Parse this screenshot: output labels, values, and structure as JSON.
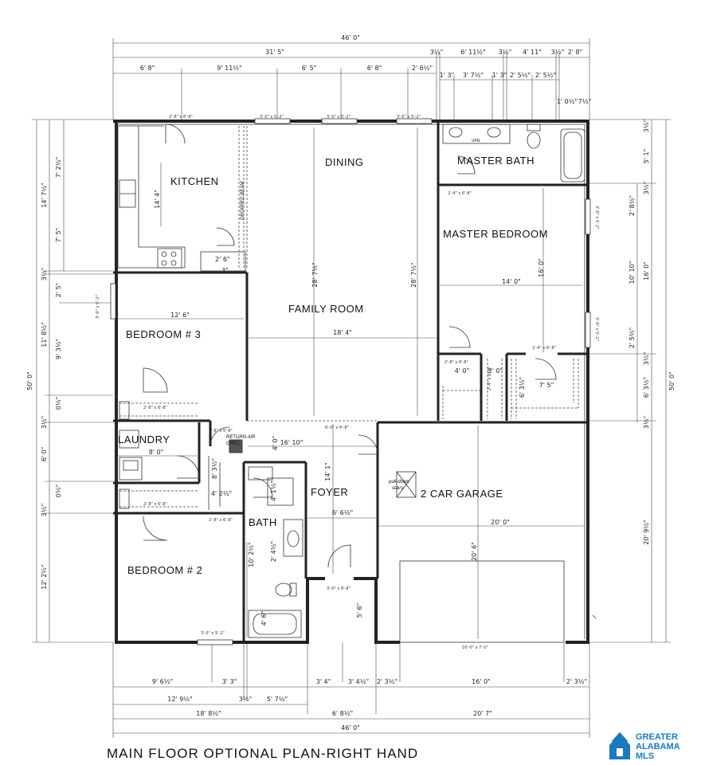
{
  "title": "MAIN FLOOR OPTIONAL PLAN-RIGHT HAND",
  "rooms": {
    "kitchen": "KITCHEN",
    "dining": "DINING",
    "master_bath": "MASTER BATH",
    "master_bedroom": "MASTER BEDROOM",
    "family_room": "FAMILY ROOM",
    "bedroom3": "BEDROOM # 3",
    "laundry": "LAUNDRY",
    "foyer": "FOYER",
    "garage": "2 CAR GARAGE",
    "bath": "BATH",
    "bedroom2": "BEDROOM # 2",
    "dropped_beam": "DROPPED BEAM",
    "return_air": "RETURN AIR",
    "grill": "GRILL",
    "pulldown": "pull-down",
    "stairs": "stairs"
  },
  "dims_top": {
    "overall": "46' 0\"",
    "left_run": "31' 5\"",
    "r1": "3½\"",
    "r2": "6' 11½\"",
    "r3": "3½\"",
    "r4": "4' 11\"",
    "r5": "3½\"",
    "r6": "2' 8\"",
    "a1": "6' 8\"",
    "a2": "9' 11½\"",
    "a3": "6' 5\"",
    "a4": "6' 8\"",
    "a5": "2' 6½\"",
    "b1": "1' 3\"",
    "b2": "3' 7½\"",
    "b3": "1' 3\"",
    "b4": "2' 5½\"",
    "b5": "2' 5½\"",
    "c1": "1' 0½\"",
    "c2": "7½\""
  },
  "dims_bottom": {
    "overall": "46' 0\"",
    "a1": "18' 8½\"",
    "a2": "6' 8½\"",
    "a3": "20' 7\"",
    "b1": "12' 9½\"",
    "b2": "3½\"",
    "b3": "5' 7½\"",
    "c1": "9' 6½\"",
    "c2": "3' 3\"",
    "c3": "3' 4\"",
    "c4": "3' 4½\"",
    "c5": "2' 3½\"",
    "c6": "16' 0\"",
    "c7": "2' 3½\""
  },
  "dims_left": {
    "overall": "50' 0\"",
    "l1": "7' 2½\"",
    "l2": "14' 7½\"",
    "l3": "7' 5\"",
    "l4": "3½\"",
    "l5": "2' 5\"",
    "l6": "11' 8½\"",
    "l7": "9' 3½\"",
    "l8": "0½\"",
    "l9": "3½\"",
    "l10": "6' 0\"",
    "l11": "0½\"",
    "l12": "3½\"",
    "l13": "12' 2½\""
  },
  "dims_right": {
    "overall": "50' 0\"",
    "r1": "3½\"",
    "r2": "5' 1\"",
    "r3": "3½\"",
    "r4": "2' 8½\"",
    "r5": "10' 10\"",
    "r6": "16' 0\"",
    "r7": "2' 5½\"",
    "r8": "3½\"",
    "r9": "6' 3½\"",
    "r10": "3½\"",
    "r11": "20' 9½\""
  },
  "interior": {
    "kitchen_h": "14' 4\"",
    "dining_h": "28' 7½\"",
    "fam_h": "28' 7½\"",
    "fam_w": "18' 4\"",
    "mb_w": "14' 0\"",
    "mb_h": "16' 0\"",
    "br3_w": "12' 6\"",
    "laundry_w": "8' 0\"",
    "hall_w": "16' 10\"",
    "foyer_h": "14' 1\"",
    "foyer_w": "6' 6½\"",
    "garage_w": "20' 0\"",
    "garage_h": "20' 6\"",
    "closet_w": "4' 0\"",
    "closet2": "2' 0\"",
    "closet3": "7' 5\"",
    "closet4": "6' 3½\"",
    "hall_a": "4' 2½\"",
    "hall_b": "8' 3½\"",
    "bath_h": "10' 2½\"",
    "bath_a": "2' 4½\"",
    "bath_b": "4' 6\"",
    "bath_c": "4' 1½\"",
    "porch": "5' 6\"",
    "v44": "4' 0\"",
    "n1": "2' 6\"",
    "n2": "3\""
  },
  "labels": {
    "w_kitchen": "2'-8\" x 6'-8\"",
    "w_din1": "3'-0\" x 5'-2\"",
    "w_din2": "3'-0\" x 5'-2\"",
    "w_din3": "3'-0\" x 5'-2\"",
    "w_mb": "2'-4\" x 6'-8\"",
    "w_mbr1": "3'-0\" x 5'-2\"",
    "w_mbr2": "3'-0\" x 5'-2\"",
    "w_br3": "3'-0\" x 5'-2\"",
    "d_closet": "2'-8\" x 6'-8\"",
    "d_closet2": "2'-4\" x 6'-8\"",
    "d_mbcl": "2'-4\" x 6'-8\"",
    "d_br3": "2'-8\" x 6'-8\"",
    "d_lau": "2'-8\" x 6'-8\"",
    "d_br2": "2'-8\" x 6'-8\"",
    "d_bath": "2'-8\" x 6'-8\"",
    "d_front": "3'-0\" x 6'-8\"",
    "d_gar": "6'-0\" x 6'-8\"",
    "d_br2win": "3'-0\" x 5'-2\"",
    "d_garage": "16'-0\" x 7'-0\"",
    "v_lav": "VAN"
  },
  "logo": {
    "line1": "GREATER",
    "line2": "ALABAMA",
    "line3": "MLS",
    "color": "#1d7ab8"
  }
}
